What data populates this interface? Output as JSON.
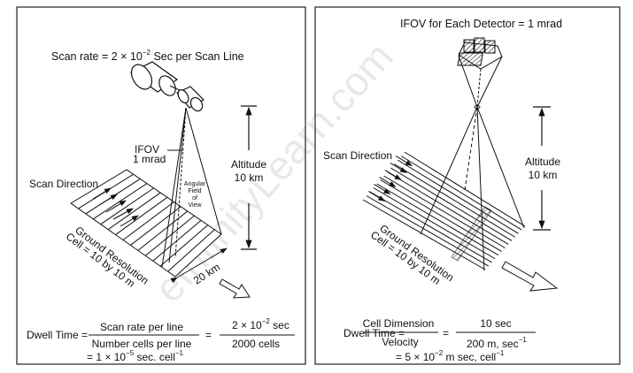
{
  "left_panel": {
    "title": "Scan rate = 2 × 10",
    "title_exp": "−2",
    "title_tail": " Sec per Scan Line",
    "ifov_line1": "IFOV",
    "ifov_line2": "1 mrad",
    "angular_fov": [
      "Angular",
      "Field",
      "of",
      "View"
    ],
    "altitude_line1": "Altitude",
    "altitude_line2": "10 km",
    "scan_direction": "Scan Direction",
    "ground_res_line1": "Ground Resolution",
    "ground_res_line2": "Cell = 10 by 10 m",
    "swath": "20 km",
    "formula": {
      "lhs": "Dwell Time =",
      "num1": "Scan rate per line",
      "den1": "Number cells per line",
      "num2": "2 × 10",
      "num2_exp": "−2",
      "num2_tail": " sec",
      "den2": "2000 cells",
      "result": "= 1 × 10",
      "result_exp": "−5",
      "result_mid": " sec. cell",
      "result_exp2": "−1"
    }
  },
  "right_panel": {
    "title": "IFOV for Each Detector = 1 mrad",
    "altitude_line1": "Altitude",
    "altitude_line2": "10 km",
    "scan_direction": "Scan Direction",
    "ground_res_line1": "Ground Resolution",
    "ground_res_line2": "Cell = 10 by 10 m",
    "formula": {
      "lhs": "Dwell Time =",
      "num1": "Cell Dimension",
      "den1": "Velocity",
      "num2": "10 sec",
      "den2": "200 m, sec",
      "den2_exp": "−1",
      "result": "= 5 × 10",
      "result_exp": "−2",
      "result_mid": " m sec, cell",
      "result_exp2": "−1"
    }
  },
  "watermark": "eInfinityLearn.com"
}
